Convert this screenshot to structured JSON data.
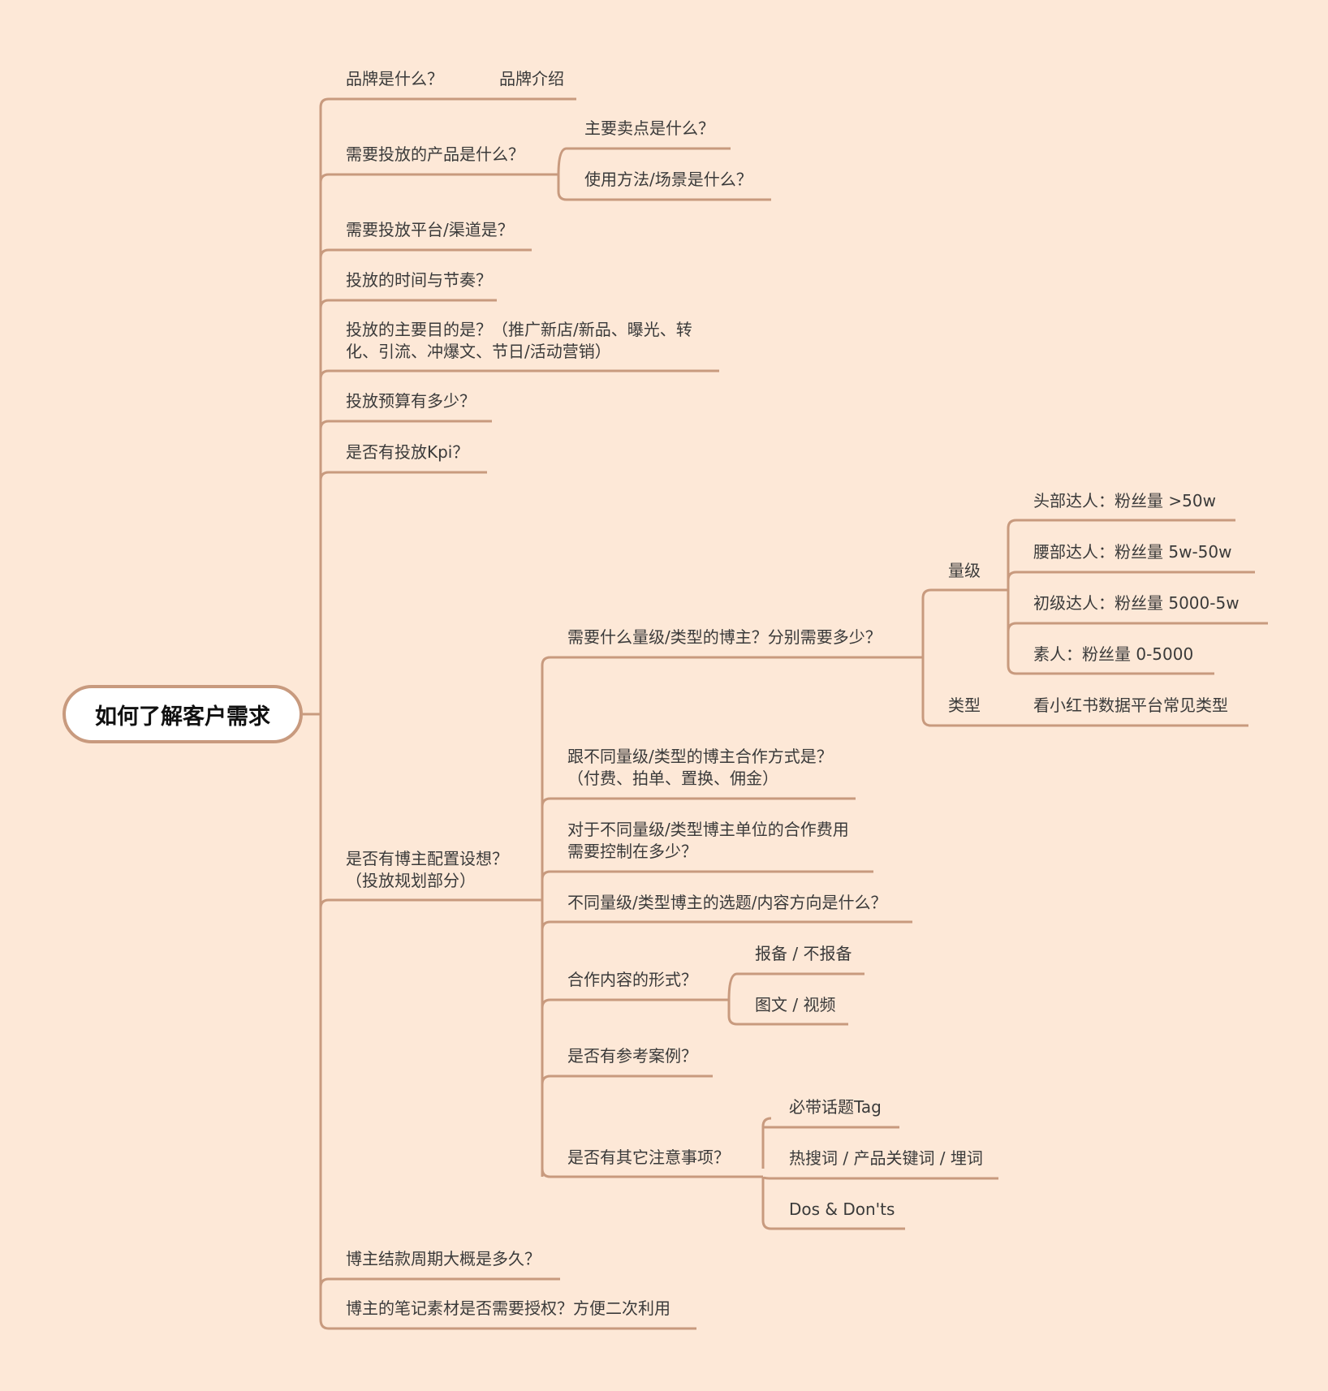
{
  "theme": {
    "background": "#fde8d7",
    "line": "#c89a7e",
    "text": "#3a3a3a",
    "root_fill": "#ffffff"
  },
  "root": {
    "label": "如何了解客户需求"
  },
  "branches": {
    "brand": {
      "label": "品牌是什么？",
      "child": "品牌介绍"
    },
    "product": {
      "label": "需要投放的产品是什么？",
      "children": [
        "主要卖点是什么？",
        "使用方法/场景是什么？"
      ]
    },
    "platform": {
      "label": "需要投放平台/渠道是？"
    },
    "timing": {
      "label": "投放的时间与节奏？"
    },
    "goal": {
      "line1": "投放的主要目的是？（推广新店/新品、曝光、转",
      "line2": "化、引流、冲爆文、节日/活动营销）"
    },
    "budget": {
      "label": "投放预算有多少？"
    },
    "kpi": {
      "label": "是否有投放Kpi？"
    },
    "blogger_plan": {
      "line1": "是否有博主配置设想？",
      "line2": "（投放规划部分）",
      "level_type": {
        "label": "需要什么量级/类型的博主？分别需要多少？",
        "magnitude": {
          "label": "量级",
          "children": [
            "头部达人：粉丝量 >50w",
            "腰部达人：粉丝量 5w-50w",
            "初级达人：粉丝量 5000-5w",
            "素人：粉丝量 0-5000"
          ]
        },
        "type": {
          "label": "类型",
          "child": "看小红书数据平台常见类型"
        }
      },
      "cooperation": {
        "line1": "跟不同量级/类型的博主合作方式是？",
        "line2": "（付费、拍单、置换、佣金）"
      },
      "fee": {
        "line1": "对于不同量级/类型博主单位的合作费用",
        "line2": "需要控制在多少？"
      },
      "topic": {
        "label": "不同量级/类型博主的选题/内容方向是什么？"
      },
      "form": {
        "label": "合作内容的形式？",
        "children": [
          "报备 / 不报备",
          "图文 / 视频"
        ]
      },
      "reference": {
        "label": "是否有参考案例？"
      },
      "notes": {
        "label": "是否有其它注意事项？",
        "children": [
          "必带话题Tag",
          "热搜词 / 产品关键词 / 埋词",
          "Dos & Don'ts"
        ]
      }
    },
    "payment": {
      "label": "博主结款周期大概是多久？"
    },
    "license": {
      "label": "博主的笔记素材是否需要授权？方便二次利用"
    }
  }
}
